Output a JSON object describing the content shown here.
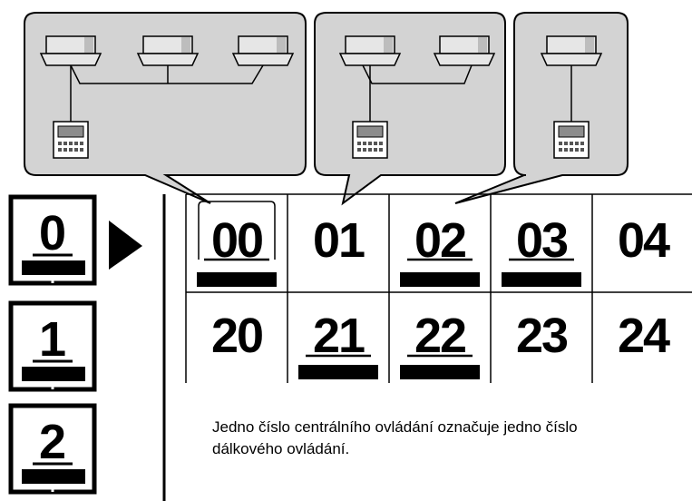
{
  "groups": [
    {
      "units": 3,
      "has_remote": true
    },
    {
      "units": 2,
      "has_remote": true
    },
    {
      "units": 1,
      "has_remote": true
    }
  ],
  "selectors": [
    {
      "digit": "0",
      "active": true
    },
    {
      "digit": "1",
      "active": false
    },
    {
      "digit": "2",
      "active": false
    }
  ],
  "grid": {
    "rows": [
      [
        {
          "label": "00",
          "bar": true,
          "selected": true
        },
        {
          "label": "01",
          "bar": false,
          "selected": false
        },
        {
          "label": "02",
          "bar": true,
          "selected": false
        },
        {
          "label": "03",
          "bar": true,
          "selected": false
        },
        {
          "label": "04",
          "bar": false,
          "selected": false
        }
      ],
      [
        {
          "label": "20",
          "bar": false,
          "selected": false
        },
        {
          "label": "21",
          "bar": true,
          "selected": false
        },
        {
          "label": "22",
          "bar": true,
          "selected": false
        },
        {
          "label": "23",
          "bar": false,
          "selected": false
        },
        {
          "label": "24",
          "bar": false,
          "selected": false
        }
      ]
    ]
  },
  "caption": {
    "line1": "Jedno číslo centrálního ovládání označuje jedno číslo",
    "line2": "dálkového ovládání."
  },
  "colors": {
    "bubble": "#d3d3d3",
    "stroke": "#000000",
    "unit_fill": "#e6e6e6",
    "remote_screen": "#8c8c8c"
  }
}
